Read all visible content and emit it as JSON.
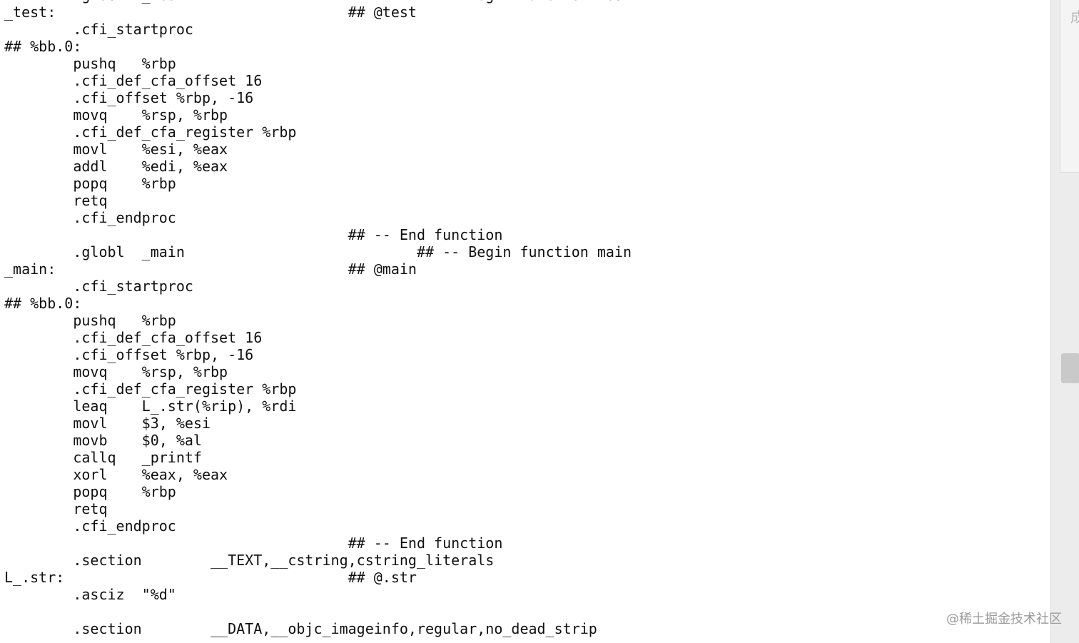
{
  "editor": {
    "lines": [
      "        .globl  _test                           ## -- Begin function test",
      "_test:                                  ## @test",
      "        .cfi_startproc",
      "## %bb.0:",
      "        pushq   %rbp",
      "        .cfi_def_cfa_offset 16",
      "        .cfi_offset %rbp, -16",
      "        movq    %rsp, %rbp",
      "        .cfi_def_cfa_register %rbp",
      "        movl    %esi, %eax",
      "        addl    %edi, %eax",
      "        popq    %rbp",
      "        retq",
      "        .cfi_endproc",
      "                                        ## -- End function",
      "        .globl  _main                           ## -- Begin function main",
      "_main:                                  ## @main",
      "        .cfi_startproc",
      "## %bb.0:",
      "        pushq   %rbp",
      "        .cfi_def_cfa_offset 16",
      "        .cfi_offset %rbp, -16",
      "        movq    %rsp, %rbp",
      "        .cfi_def_cfa_register %rbp",
      "        leaq    L_.str(%rip), %rdi",
      "        movl    $3, %esi",
      "        movb    $0, %al",
      "        callq   _printf",
      "        xorl    %eax, %eax",
      "        popq    %rbp",
      "        retq",
      "        .cfi_endproc",
      "                                        ## -- End function",
      "        .section        __TEXT,__cstring,cstring_literals",
      "L_.str:                                 ## @.str",
      "        .asciz  \"%d\"",
      "",
      "        .section        __DATA,__objc_imageinfo,regular,no_dead_strip"
    ]
  },
  "side_panel": {
    "partial_text": "成功"
  },
  "watermark": "@稀土掘金技术社区"
}
